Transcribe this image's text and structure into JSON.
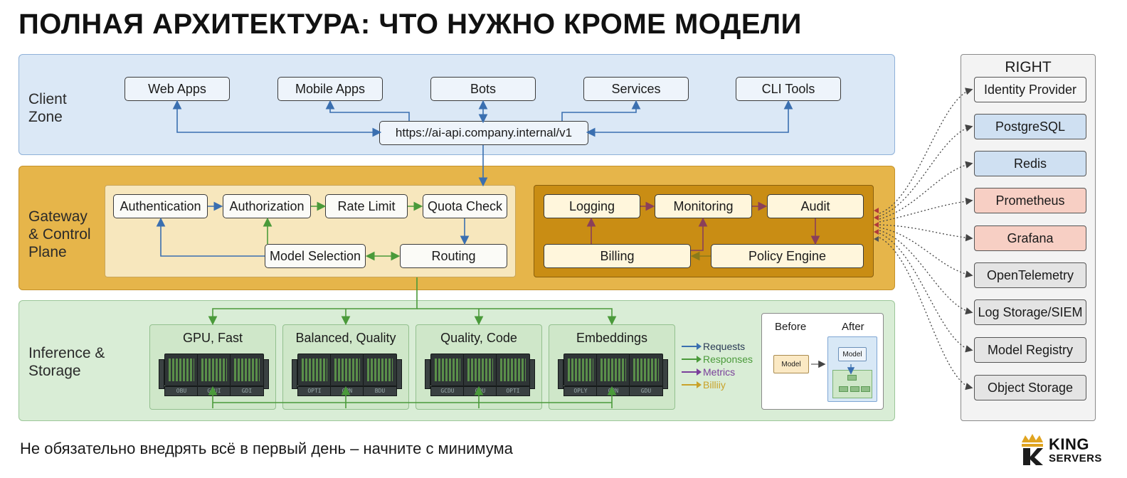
{
  "title": "ПОЛНАЯ АРХИТЕКТУРА: ЧТО НУЖНО КРОМЕ МОДЕЛИ",
  "footer": "Не обязательно внедрять всё в первый день – начните с минимума",
  "zones": {
    "client": "Client\nZone",
    "gateway": "Gateway\n& Control\nPlane",
    "inference": "Inference &\nStorage"
  },
  "clients": [
    "Web Apps",
    "Mobile Apps",
    "Bots",
    "Services",
    "CLI Tools"
  ],
  "endpoint": "https://ai-api.company.internal/v1",
  "gateway_left": {
    "authentication": "Authentication",
    "authorization": "Authorization",
    "rate_limit": "Rate Limit",
    "quota_check": "Quota Check",
    "model_selection": "Model Selection",
    "routing": "Routing"
  },
  "gateway_right": {
    "logging": "Logging",
    "monitoring": "Monitoring",
    "audit": "Audit",
    "billing": "Billing",
    "policy_engine": "Policy Engine"
  },
  "clusters": [
    {
      "label": "GPU, Fast",
      "gpus": [
        "OBU",
        "GPUI",
        "GDI"
      ]
    },
    {
      "label": "Balanced, Quality",
      "gpus": [
        "OPTI",
        "GPN",
        "BDU"
      ]
    },
    {
      "label": "Quality, Code",
      "gpus": [
        "GCDU",
        "GDU",
        "OPTI"
      ]
    },
    {
      "label": "Embeddings",
      "gpus": [
        "OPLY",
        "OBN",
        "GDU"
      ]
    }
  ],
  "legend": [
    {
      "label": "Requests",
      "color": "#3a6fb0"
    },
    {
      "label": "Responses",
      "color": "#4a9a3a"
    },
    {
      "label": "Metrics",
      "color": "#7a3f9a"
    },
    {
      "label": "Billiiy",
      "color": "#c9a22a"
    }
  ],
  "before_after": {
    "before": "Before",
    "after": "After",
    "model_before": "Model",
    "model_after": "Model"
  },
  "right": {
    "title": "RIGHT",
    "items": [
      {
        "label": "Identity Provider",
        "color": "white"
      },
      {
        "label": "PostgreSQL",
        "color": "blue"
      },
      {
        "label": "Redis",
        "color": "blue"
      },
      {
        "label": "Prometheus",
        "color": "pink"
      },
      {
        "label": "Grafana",
        "color": "pink"
      },
      {
        "label": "OpenTelemetry",
        "color": "gray"
      },
      {
        "label": "Log Storage/SIEM",
        "color": "gray"
      },
      {
        "label": "Model Registry",
        "color": "gray"
      },
      {
        "label": "Object Storage",
        "color": "gray"
      }
    ]
  },
  "logo": {
    "line1": "KING",
    "line2": "SERVERS"
  }
}
